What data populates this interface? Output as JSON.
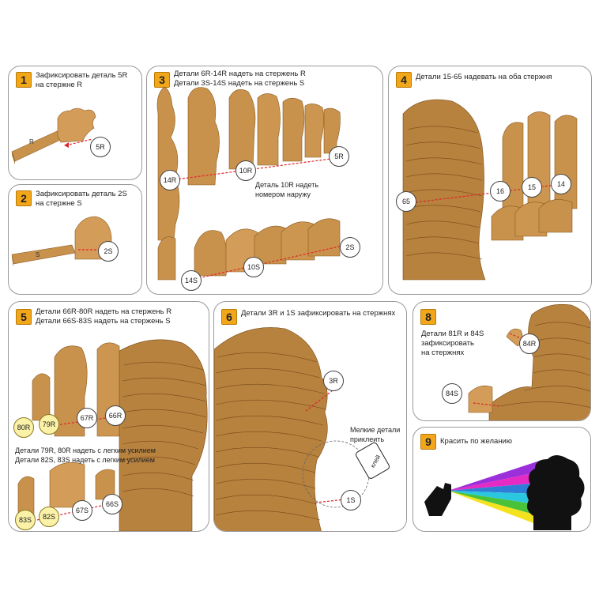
{
  "steps": [
    {
      "number": "1",
      "text": [
        "Зафиксировать деталь 5R",
        "на стержне R"
      ]
    },
    {
      "number": "2",
      "text": [
        "Зафиксировать деталь 2S",
        "на стержне S"
      ]
    },
    {
      "number": "3",
      "text": [
        "Детали 6R-14R надеть на стержень R",
        "Детали 3S-14S надеть на стержень S"
      ],
      "note": [
        "Деталь 10R надеть",
        "номером наружу"
      ]
    },
    {
      "number": "4",
      "text": [
        "Детали 15-65 надевать на оба стержня"
      ]
    },
    {
      "number": "5",
      "text": [
        "Детали 66R-80R надеть на стержень R",
        "Детали 66S-83S надеть на стержень S"
      ],
      "note": [
        "Детали 79R, 80R надеть с легким усилием",
        "Детали 82S, 83S надеть с легким усилием"
      ]
    },
    {
      "number": "6",
      "text": [
        "Детали 3R и 1S зафиксировать на стержнях"
      ],
      "note": [
        "Мелкие детали",
        "приклеить"
      ]
    },
    {
      "number": "8",
      "text": [
        "Детали 81R и 84S",
        "зафиксировать",
        "на стержнях"
      ]
    },
    {
      "number": "9",
      "text": [
        "Красить по желанию"
      ]
    }
  ],
  "callouts": {
    "p1": [
      "5R"
    ],
    "p2": [
      "2S"
    ],
    "p3": [
      "14R",
      "10R",
      "5R",
      "14S",
      "10S",
      "2S"
    ],
    "p4": [
      "65",
      "16",
      "15",
      "14"
    ],
    "p5": [
      "80R",
      "79R",
      "67R",
      "66R",
      "83S",
      "82S",
      "67S",
      "66S"
    ],
    "p6": [
      "3R",
      "1S"
    ],
    "p8": [
      "84R",
      "84S"
    ]
  },
  "glue_label": "клей",
  "colors": {
    "cardboard": "#c8924c",
    "cardboard_dark": "#9a6a2e",
    "orange": "#f2a71b",
    "arrow": "#e0262a",
    "yellow": "#fbf2a8"
  }
}
